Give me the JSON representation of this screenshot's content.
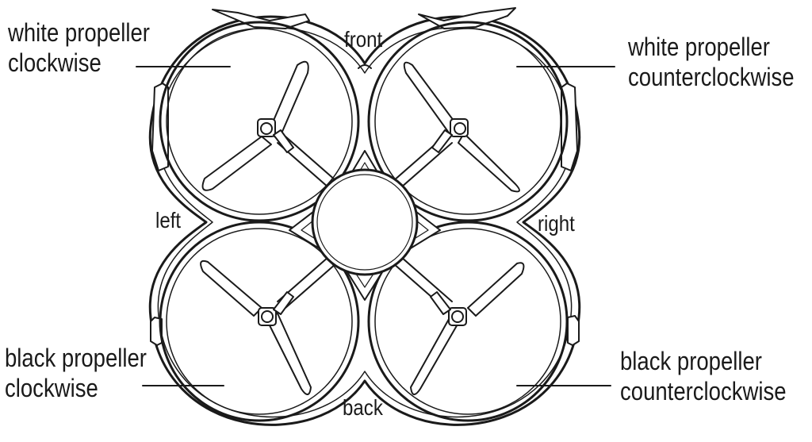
{
  "labels": {
    "top_left": {
      "line1": "white propeller",
      "line2": "clockwise"
    },
    "top_right": {
      "line1": "white propeller",
      "line2": "counterclockwise"
    },
    "bottom_left": {
      "line1": "black propeller",
      "line2": "clockwise"
    },
    "bottom_right": {
      "line1": "black propeller",
      "line2": "counterclockwise"
    }
  },
  "directions": {
    "front": "front",
    "back": "back",
    "left": "left",
    "right": "right"
  },
  "colors": {
    "line": "#1a1a1a",
    "fill": "#ffffff",
    "text": "#1a1a1a"
  }
}
